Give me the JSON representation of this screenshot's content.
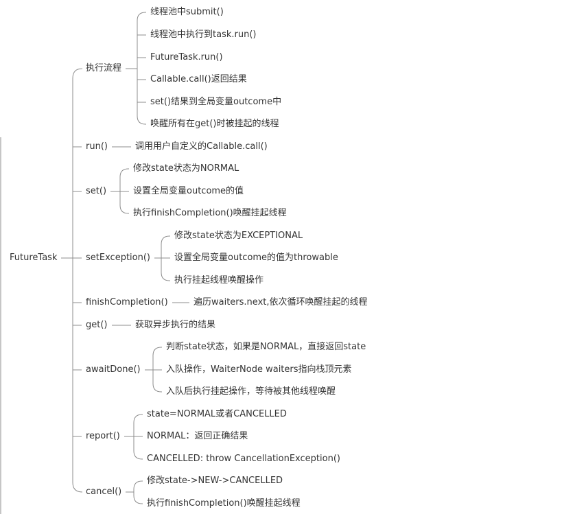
{
  "root": {
    "label": "FutureTask"
  },
  "branches": [
    {
      "id": "flow",
      "label": "执行流程",
      "children": [
        "线程池中submit()",
        "线程池中执行到task.run()",
        "FutureTask.run()",
        "Callable.call()返回结果",
        "set()结果到全局变量outcome中",
        "唤醒所有在get()时被挂起的线程"
      ]
    },
    {
      "id": "run",
      "label": "run()",
      "children": [
        "调用用户自定义的Callable.call()"
      ]
    },
    {
      "id": "set",
      "label": "set()",
      "children": [
        "修改state状态为NORMAL",
        "设置全局变量outcome的值",
        "执行finishCompletion()唤醒挂起线程"
      ]
    },
    {
      "id": "setexception",
      "label": "setException()",
      "children": [
        "修改state状态为EXCEPTIONAL",
        "设置全局变量outcome的值为throwable",
        "执行挂起线程唤醒操作"
      ]
    },
    {
      "id": "finishcompletion",
      "label": "finishCompletion()",
      "children": [
        "遍历waiters.next,依次循环唤醒挂起的线程"
      ]
    },
    {
      "id": "get",
      "label": "get()",
      "children": [
        "获取异步执行的结果"
      ]
    },
    {
      "id": "awaitdone",
      "label": "awaitDone()",
      "children": [
        "判断state状态，如果是NORMAL，直接返回state",
        "入队操作，WaiterNode waiters指向栈顶元素",
        "入队后执行挂起操作，等待被其他线程唤醒"
      ]
    },
    {
      "id": "report",
      "label": "report()",
      "children": [
        "state=NORMAL或者CANCELLED",
        "NORMAL：返回正确结果",
        "CANCELLED: throw CancellationException()"
      ]
    },
    {
      "id": "cancel",
      "label": "cancel()",
      "children": [
        "修改state->NEW->CANCELLED",
        "执行finishCompletion()唤醒挂起线程"
      ]
    }
  ],
  "colors": {
    "line": "#8c8c8c",
    "text": "#333333",
    "background": "#ffffff"
  }
}
